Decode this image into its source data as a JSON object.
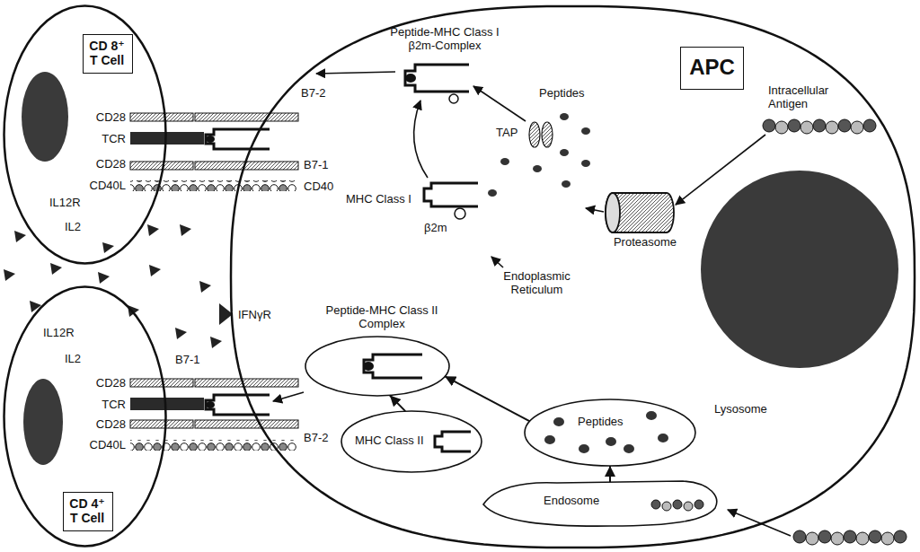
{
  "diagram": {
    "nodes": [
      {
        "text": [
          "CD28",
          "TCR",
          "CD28",
          "CD40L",
          "IL12R",
          "IL2"
        ]
      },
      {
        "text": [
          "CD 8⁺ T Cell"
        ],
        "in": 0
      },
      {
        "text": [
          "IL12R",
          "IL2",
          "CD28",
          "TCR",
          "CD28",
          "CD40L"
        ]
      },
      {
        "text": [
          "CD 4⁺ T Cell"
        ],
        "in": 2
      },
      {
        "text": [
          "Peptide-MHC Class I β2m-Complex",
          "B7-2",
          "Peptides",
          "TAP",
          "Intracellular Antigen",
          "B7-1",
          "CD40",
          "MHC Class I",
          "β2m",
          "Endoplasmic Reticulum",
          "B7-2"
        ]
      },
      {
        "text": [
          "APC"
        ],
        "in": 4
      },
      {
        "text": [
          "Proteasome"
        ],
        "in": 4
      },
      {
        "text": [
          "Peptide-MHC Class II Complex"
        ],
        "in": 4
      },
      {
        "text": [
          "MHC Class II"
        ],
        "in": 4
      },
      {
        "text": [
          "Peptides",
          "Lysosome"
        ],
        "in": 4
      },
      {
        "text": [
          "Endosome"
        ],
        "in": 4
      }
    ],
    "edges": [
      {
        "from": 10,
        "to": 9,
        "arrow": "to"
      },
      {
        "from": 9,
        "to": 7,
        "arrow": "to"
      },
      {
        "from": 8,
        "to": 7,
        "arrow": "to"
      }
    ],
    "labels": [
      "IFNγR",
      "B7-1"
    ]
  }
}
